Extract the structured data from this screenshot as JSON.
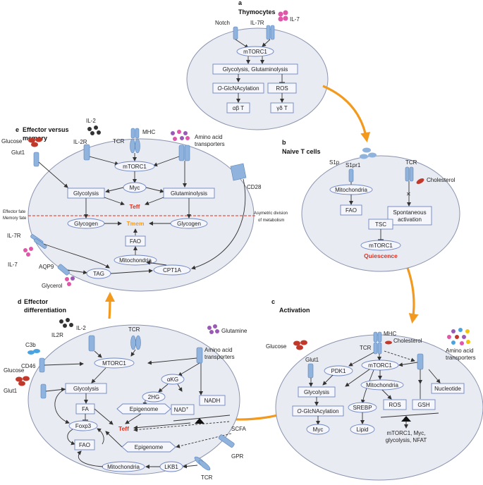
{
  "panel_a": {
    "letter": "a",
    "title": "Thymocytes",
    "notch": "Notch",
    "il7r": "IL-7R",
    "il7": "IL-7",
    "mtorc1": "mTORC1",
    "glyco": "Glycolysis, Glutaminolysis",
    "oglc": "-GlcNAcylation",
    "oglc_o": "O",
    "ros": "ROS",
    "ab": "αβ T",
    "gd": "γδ T"
  },
  "panel_b": {
    "letter": "b",
    "title": "Naive T cells",
    "s1p": "S1p",
    "s1pr1": "S1pr1",
    "tcr": "TCR",
    "cholesterol": "Cholesterol",
    "mito": "Mitochondria",
    "fao": "FAO",
    "spont1": "Spontaneous",
    "spont2": "activation",
    "tsc": "TSC",
    "mtorc1": "mTORC1",
    "quiescence": "Quiescence"
  },
  "panel_c": {
    "letter": "c",
    "title": "Activation",
    "glucose": "Glucose",
    "glut1": "Glut1",
    "mhc": "MHC",
    "cholesterol": "Cholesterol",
    "tcr": "TCR",
    "aat1": "Amino acid",
    "aat2": "transporters",
    "pdk1": "PDK1",
    "mtorc1": "mTORC1",
    "glycolysis": "Glycolysis",
    "mito": "Mitochondria",
    "nucleotide": "Nucleotide",
    "oglc": "-GlcNAcylation",
    "oglc_o": "O",
    "srebp": "SREBP",
    "ros": "ROS",
    "gsh": "GSH",
    "myc": "Myc",
    "lipid": "Lipid",
    "out1": "mTORC1, Myc,",
    "out2": "glycolysis, NFAT"
  },
  "panel_d": {
    "letter": "d",
    "title1": "Effector",
    "title2": "differentiation",
    "il2": "IL-2",
    "il2r": "IL2R",
    "tcr": "TCR",
    "glutamine": "Glutamine",
    "aat1": "Amino acid",
    "aat2": "transporters",
    "c3b": "C3b",
    "cd46": "CD46",
    "glucose": "Glucose",
    "glut1": "Glut1",
    "mtorc1": "MTORC1",
    "glycolysis": "Glycolysis",
    "akg": "αKG",
    "hg": "2HG",
    "fa": "FA",
    "epigenome": "Epigenome",
    "nad": "NAD",
    "nad_sup": "+",
    "nadh": "NADH",
    "foxp3": "Foxp3",
    "teff": "Teff",
    "fao": "FAO",
    "epigenome2": "Epigenome",
    "scfa": "SCFA",
    "gpr": "GPR",
    "mito": "Mitochondria",
    "lkb1": "LKB1",
    "tcr2": "TCR"
  },
  "panel_e": {
    "letter": "e",
    "title1": "Effector versus",
    "title2": "memory",
    "il2": "IL-2",
    "il2r": "IL-2R",
    "tcr": "TCR",
    "mhc": "MHC",
    "aat1": "Amino acid",
    "aat2": "transporters",
    "glucose": "Glucose",
    "glut1": "Glut1",
    "mtorc1": "mTORC1",
    "myc": "Myc",
    "cd28": "CD28",
    "glycolysis": "Glycolysis",
    "glutaminolysis": "Glutaminolysis",
    "teff": "Teff",
    "effector_fate": "Effector fate",
    "memory_fate": "Memory fate",
    "asym1": "Asymetric division",
    "asym2": "of metabolism",
    "glycogen1": "Glycogen",
    "tmem": "Tmem",
    "glycogen2": "Glycogen",
    "fao": "FAO",
    "il7r": "IL-7R",
    "il7": "IL-7",
    "mito": "Mitochondria",
    "aqp9": "AQP9",
    "tag": "TAG",
    "cpt1a": "CPT1A",
    "glycerol": "Glycerol"
  },
  "colors": {
    "ligand_red": "#c0392b",
    "ligand_pink": "#e056a8",
    "ligand_purple": "#9b59b6",
    "ligand_blue": "#4aa3df",
    "ligand_yellow": "#f1c40f",
    "ligand_dark": "#333333",
    "flow_arrow": "#f39a1e",
    "cell_fill": "#e9ebf3"
  }
}
